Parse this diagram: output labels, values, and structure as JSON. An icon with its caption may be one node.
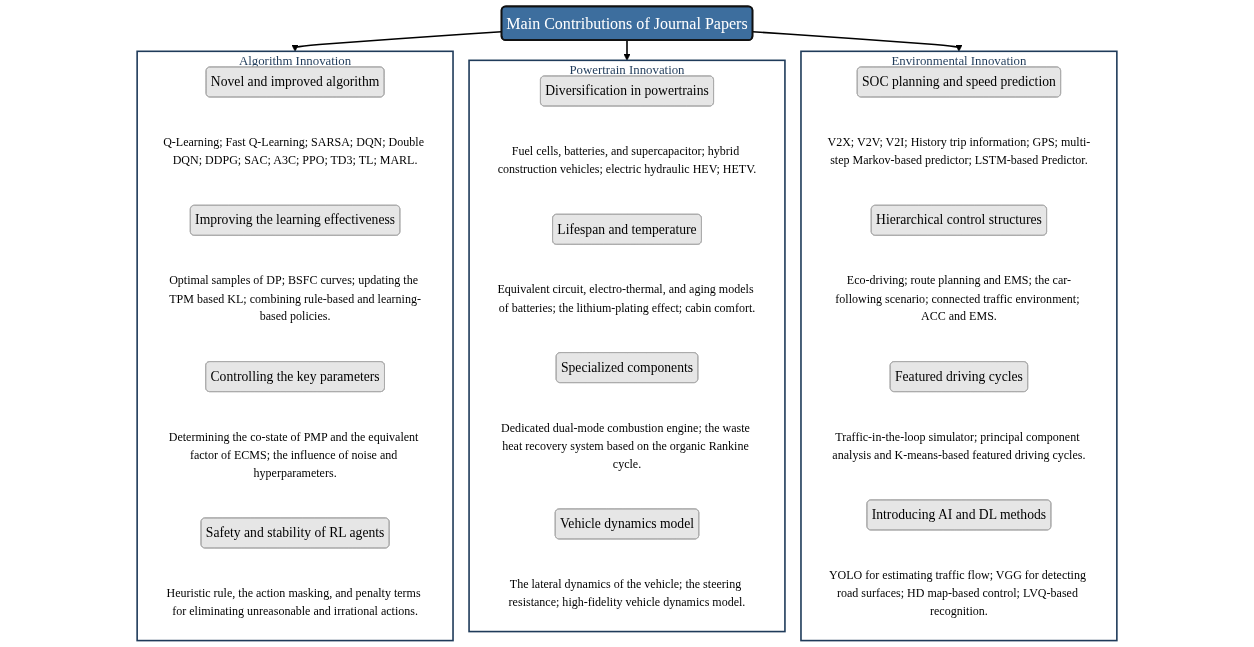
{
  "diagram": {
    "nodes": [
      {
        "text": [
          "Main Contributions of Journal Papers"
        ]
      },
      {
        "text": [
          "Algorithm Innovation"
        ]
      },
      {
        "text": [
          "Novel and improved algorithm"
        ],
        "in": 1,
        "beside": [
          "Q-Learning; Fast Q-Learning; SARSA; DQN; Double DQN; DDPG; SAC; A3C; PPO; TD3; TL; MARL."
        ]
      },
      {
        "text": [
          "Improving the learning effectiveness"
        ],
        "in": 1,
        "beside": [
          "Optimal samples of DP; BSFC curves; updating the TPM based KL; combining rule-based and learning-based policies."
        ]
      },
      {
        "text": [
          "Controlling the key parameters"
        ],
        "in": 1,
        "beside": [
          "Determining the co-state of PMP and the equivalent factor of ECMS; the influence of noise and hyperparameters."
        ]
      },
      {
        "text": [
          "Safety and stability of RL agents"
        ],
        "in": 1,
        "beside": [
          "Heuristic rule, the action masking, and penalty terms for eliminating unreasonable and irrational actions."
        ]
      },
      {
        "text": [
          "Powertrain Innovation"
        ]
      },
      {
        "text": [
          "Diversification in powertrains"
        ],
        "in": 6,
        "beside": [
          "Fuel cells, batteries, and supercapacitor; hybrid construction vehicles; electric hydraulic HEV; HETV."
        ]
      },
      {
        "text": [
          "Lifespan and temperature"
        ],
        "in": 6,
        "beside": [
          "Equivalent circuit, electro-thermal, and aging models of batteries; the lithium-plating effect; cabin comfort."
        ]
      },
      {
        "text": [
          "Specialized components"
        ],
        "in": 6,
        "beside": [
          "Dedicated dual-mode combustion engine; the waste heat recovery system based on the organic Rankine cycle."
        ]
      },
      {
        "text": [
          "Vehicle dynamics model"
        ],
        "in": 6,
        "beside": [
          "The lateral dynamics of the vehicle; the steering resistance; high-fidelity vehicle dynamics model."
        ]
      },
      {
        "text": [
          "Environmental Innovation"
        ]
      },
      {
        "text": [
          "SOC planning and speed prediction"
        ],
        "in": 11,
        "beside": [
          "V2X; V2V; V2I; History trip information; GPS; multi-step Markov-based predictor; LSTM-based Predictor."
        ]
      },
      {
        "text": [
          "Hierarchical control structures"
        ],
        "in": 11,
        "beside": [
          "Eco-driving; route planning and EMS; the car-following scenario; connected traffic environment; ACC and EMS."
        ]
      },
      {
        "text": [
          "Featured driving cycles"
        ],
        "in": 11,
        "beside": [
          "Traffic-in-the-loop simulator; principal component analysis and K-means-based featured driving cycles."
        ]
      },
      {
        "text": [
          "Introducing AI and DL methods"
        ],
        "in": 11,
        "beside": [
          "YOLO for estimating traffic flow; VGG for detecting road surfaces; HD map-based control; LVQ-based recognition."
        ]
      }
    ],
    "edges": [
      {
        "from": 0,
        "to": 1,
        "arrow": "to"
      },
      {
        "from": 0,
        "to": 6,
        "arrow": "to"
      },
      {
        "from": 0,
        "to": 11,
        "arrow": "to"
      }
    ]
  }
}
